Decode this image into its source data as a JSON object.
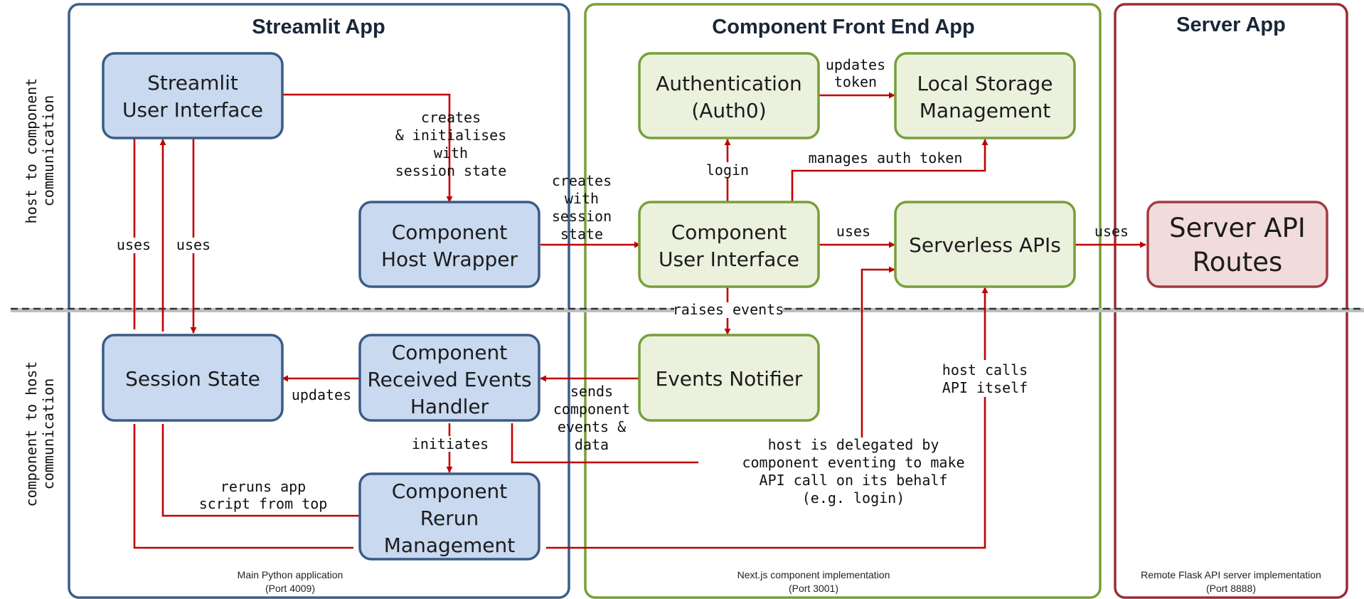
{
  "panels": {
    "streamlit": {
      "title": "Streamlit App",
      "footer_line1": "Main Python application",
      "footer_line2": "(Port 4009)"
    },
    "frontend": {
      "title": "Component Front End App",
      "footer_line1": "Next.js component implementation",
      "footer_line2": "(Port 3001)"
    },
    "server": {
      "title": "Server App",
      "footer_line1": "Remote Flask API server implementation",
      "footer_line2": "(Port 8888)"
    }
  },
  "side_labels": {
    "top_line1": "host to component",
    "top_line2": "communication",
    "bottom_line1": "component to host",
    "bottom_line2": "communication"
  },
  "nodes": {
    "streamlit_ui": {
      "line1": "Streamlit",
      "line2": "User Interface"
    },
    "host_wrapper": {
      "line1": "Component",
      "line2": "Host Wrapper"
    },
    "session_state": {
      "line1": "Session State"
    },
    "events_handler": {
      "line1": "Component",
      "line2": "Received Events",
      "line3": "Handler"
    },
    "rerun_mgmt": {
      "line1": "Component",
      "line2": "Rerun",
      "line3": "Management"
    },
    "auth": {
      "line1": "Authentication",
      "line2": "(Auth0)"
    },
    "local_storage": {
      "line1": "Local Storage",
      "line2": "Management"
    },
    "component_ui": {
      "line1": "Component",
      "line2": "User Interface"
    },
    "serverless": {
      "line1": "Serverless APIs"
    },
    "events_notifier": {
      "line1": "Events Notifier"
    },
    "server_routes": {
      "line1": "Server API",
      "line2": "Routes"
    }
  },
  "edges": {
    "creates_init": {
      "line1": "creates",
      "line2": "& initialises",
      "line3": "with",
      "line4": "session state"
    },
    "uses_left": "uses",
    "uses_right": "uses",
    "creates_with_state": {
      "line1": "creates",
      "line2": "with",
      "line3": "session",
      "line4": "state"
    },
    "updates_token": {
      "line1": "updates",
      "line2": "token"
    },
    "login": "login",
    "manages_auth": "manages auth token",
    "uses_serverless": "uses",
    "uses_server": "uses",
    "raises_events": "raises events",
    "updates_state": "updates",
    "sends_events": {
      "line1": "sends",
      "line2": "component",
      "line3": "events &",
      "line4": "data"
    },
    "initiates": "initiates",
    "reruns": {
      "line1": "reruns app",
      "line2": "script from top"
    },
    "delegated": {
      "line1": "host is delegated by",
      "line2": "component eventing to make",
      "line3": "API call on its behalf",
      "line4": "(e.g. login)"
    },
    "host_calls": {
      "line1": "host calls",
      "line2": "API itself"
    }
  },
  "colors": {
    "edge": "#c00000",
    "streamlit_panel": "#3b5f8a",
    "frontend_panel": "#77a039",
    "server_panel": "#9b2d35"
  }
}
